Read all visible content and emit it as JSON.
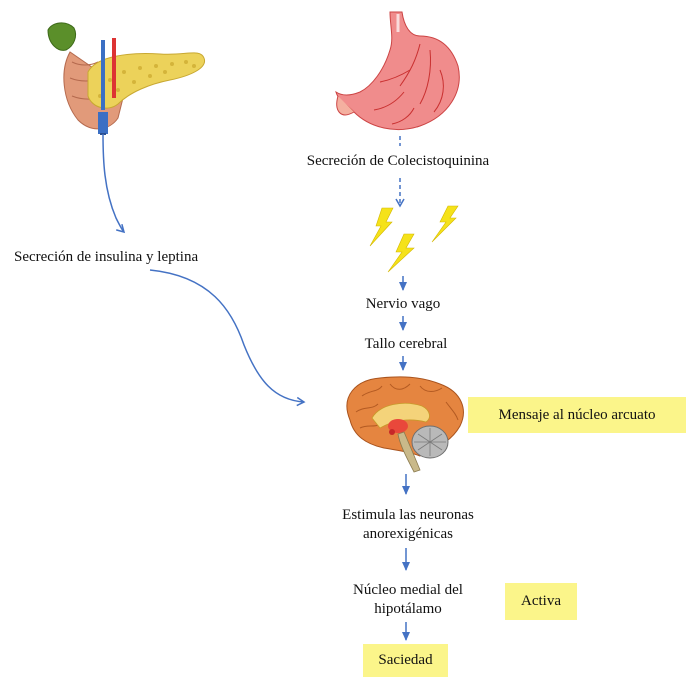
{
  "labels": {
    "cck": "Secreción de Colecistoquinina",
    "insulin": "Secreción de insulina y leptina",
    "vagus": "Nervio vago",
    "brainstem": "Tallo cerebral",
    "neurons_line1": "Estimula las neuronas",
    "neurons_line2": "anorexigénicas",
    "nucleus_line1": "Núcleo medial del",
    "nucleus_line2": "hipotálamo"
  },
  "highlights": {
    "arcuate": "Mensaje al núcleo arcuato",
    "activa": "Activa",
    "saciedad": "Saciedad"
  },
  "colors": {
    "arrow": "#4472c4",
    "highlight": "#fbf58a",
    "lightning": "#f5e21a",
    "stomach": "#e85a5a",
    "pancreas": "#e8cf52",
    "brain": "#e07a3a"
  },
  "icons": {
    "pancreas": "pancreas-illustration",
    "stomach": "stomach-illustration",
    "brain": "brain-illustration",
    "lightning": "lightning-bolt-icon"
  }
}
